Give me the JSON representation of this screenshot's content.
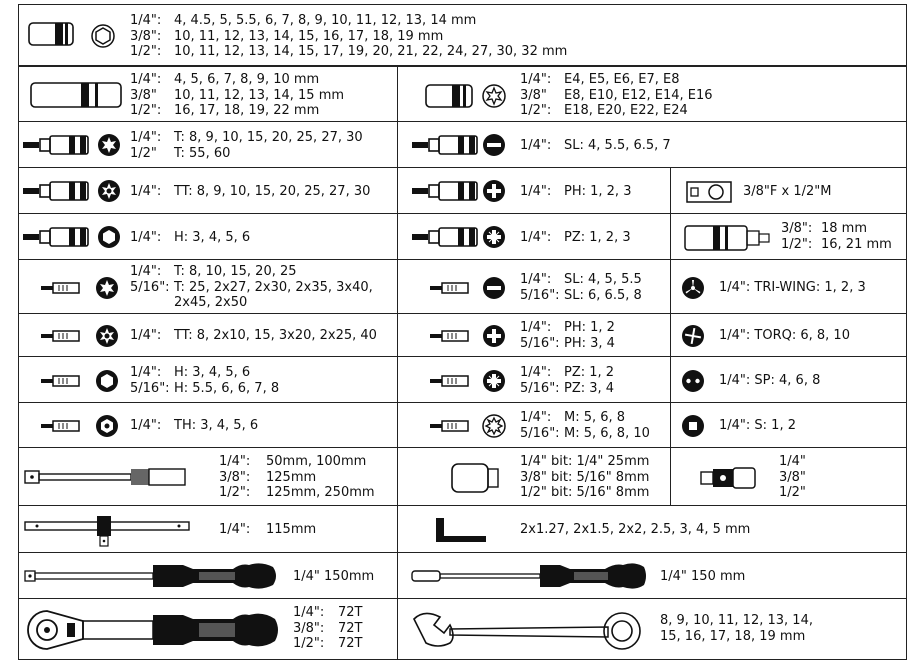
{
  "rows": {
    "r1": {
      "sizes": [
        "1/4\":",
        "3/8\":",
        "1/2\":"
      ],
      "values": [
        "4, 4.5, 5, 5.5, 6, 7, 8, 9, 10, 11, 12, 13, 14 mm",
        "10, 11, 12, 13, 14, 15, 16, 17, 18, 19 mm",
        "10, 11, 12, 13, 14, 15, 17, 19, 20, 21, 22, 24, 27, 30, 32 mm"
      ]
    },
    "r2": {
      "left_sizes": [
        "1/4\":",
        "3/8\"",
        "1/2\":"
      ],
      "left_values": [
        "4, 5, 6, 7, 8, 9, 10 mm",
        "10, 11, 12, 13, 14, 15 mm",
        "16, 17, 18, 19, 22 mm"
      ],
      "right_sizes": [
        "1/4\":",
        "3/8\"",
        "1/2\":"
      ],
      "right_values": [
        "E4, E5, E6, E7, E8",
        "E8, E10, E12, E14, E16",
        "E18, E20, E22, E24"
      ]
    },
    "r3": {
      "left_sizes": [
        "1/4\":",
        "1/2\""
      ],
      "left_values": [
        "T: 8, 9, 10, 15, 20, 25, 27, 30",
        "T: 55, 60"
      ],
      "right_size": "1/4\":",
      "right_value": "SL: 4, 5.5, 6.5, 7"
    },
    "r4": {
      "left_size": "1/4\":",
      "left_value": "TT: 8, 9, 10, 15, 20, 25, 27, 30",
      "mid_size": "1/4\":",
      "mid_value": "PH: 1, 2, 3",
      "right_text": "3/8\"F x 1/2\"M"
    },
    "r5": {
      "left_size": "1/4\":",
      "left_value": "H: 3, 4, 5, 6",
      "mid_size": "1/4\":",
      "mid_value": "PZ: 1, 2, 3",
      "right_sizes": [
        "3/8\":",
        "1/2\":"
      ],
      "right_values": [
        "18 mm",
        "16, 21 mm"
      ]
    },
    "r6": {
      "left_sizes": [
        "1/4\":",
        "5/16\":",
        ""
      ],
      "left_values": [
        "T: 8, 10, 15, 20, 25",
        "T: 25, 2x27, 2x30, 2x35, 3x40,",
        "2x45, 2x50"
      ],
      "mid_sizes": [
        "1/4\":",
        "5/16\":"
      ],
      "mid_values": [
        "SL: 4, 5, 5.5",
        "SL: 6, 6.5, 8"
      ],
      "right_text": "1/4\": TRI-WING: 1, 2, 3"
    },
    "r7": {
      "left_size": "1/4\":",
      "left_value": "TT: 8, 2x10, 15, 3x20, 2x25, 40",
      "mid_sizes": [
        "1/4\":",
        "5/16\":"
      ],
      "mid_values": [
        "PH: 1, 2",
        "PH: 3, 4"
      ],
      "right_text": "1/4\": TORQ: 6, 8, 10"
    },
    "r8": {
      "left_sizes": [
        "1/4\":",
        "5/16\":"
      ],
      "left_values": [
        "H: 3, 4, 5, 6",
        "H: 5.5, 6, 6, 7, 8"
      ],
      "mid_sizes": [
        "1/4\":",
        "5/16\":"
      ],
      "mid_values": [
        "PZ: 1, 2",
        "PZ: 3, 4"
      ],
      "right_text": "1/4\": SP: 4, 6, 8"
    },
    "r9": {
      "left_size": "1/4\":",
      "left_value": "TH: 3, 4, 5, 6",
      "mid_sizes": [
        "1/4\":",
        "5/16\":"
      ],
      "mid_values": [
        "M: 5, 6, 8",
        "M: 5, 6, 8, 10"
      ],
      "right_text": "1/4\": S: 1, 2"
    },
    "r10": {
      "left_sizes": [
        "1/4\":",
        "3/8\":",
        "1/2\":"
      ],
      "left_values": [
        "50mm, 100mm",
        "125mm",
        "125mm, 250mm"
      ],
      "mid_lines": [
        "1/4\" bit: 1/4\" 25mm",
        "3/8\" bit: 5/16\" 8mm",
        "1/2\" bit: 5/16\" 8mm"
      ],
      "right_lines": [
        "1/4\"",
        "3/8\"",
        "1/2\""
      ]
    },
    "r11": {
      "left_size": "1/4\":",
      "left_value": "115mm",
      "right_text": "2x1.27, 2x1.5, 2x2, 2.5, 3, 4, 5 mm"
    },
    "r12": {
      "left_text": "1/4\" 150mm",
      "right_text": "1/4\" 150 mm"
    },
    "r13": {
      "left_sizes": [
        "1/4\":",
        "3/8\":",
        "1/2\":"
      ],
      "left_values": [
        "72T",
        "72T",
        "72T"
      ],
      "right_lines": [
        "8, 9, 10, 11, 12, 13, 14,",
        "15, 16, 17, 18, 19 mm"
      ]
    }
  },
  "icons": {
    "socket_short": "socket-icon",
    "socket_long": "deep-socket-icon",
    "torx": "torx-icon",
    "tamper_torx": "tamper-torx-icon",
    "slotted": "slotted-icon",
    "phillips": "phillips-icon",
    "pozidriv": "pozidriv-icon",
    "hex": "hex-icon",
    "tri_wing": "tri-wing-icon",
    "torq": "torq-icon",
    "spanner": "spanner-bit-icon",
    "square": "square-bit-icon",
    "triple_square": "triple-square-icon"
  }
}
